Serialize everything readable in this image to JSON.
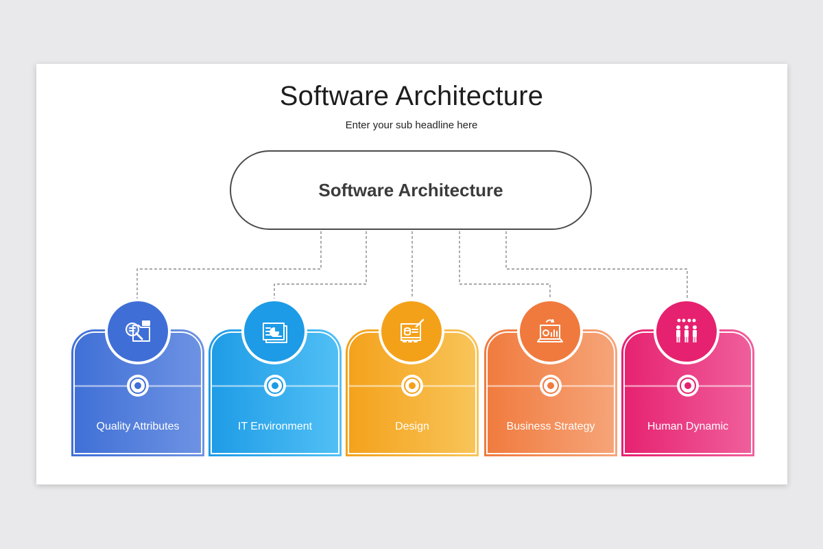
{
  "slide": {
    "title": "Software Architecture",
    "subtitle": "Enter your sub headline here"
  },
  "root": {
    "label": "Software Architecture"
  },
  "items": [
    {
      "label": "Quality Attributes",
      "icon": "search-folder-icon",
      "color": "#3f6fd6",
      "color_light": "#6e93e3"
    },
    {
      "label": "IT Environment",
      "icon": "presentation-chart-icon",
      "color": "#1d9be6",
      "color_light": "#52c0f5"
    },
    {
      "label": "Design",
      "icon": "design-tablet-icon",
      "color": "#f4a11a",
      "color_light": "#f8c55a"
    },
    {
      "label": "Business Strategy",
      "icon": "laptop-strategy-icon",
      "color": "#f07a3d",
      "color_light": "#f6a57a"
    },
    {
      "label": "Human Dynamic",
      "icon": "team-people-icon",
      "color": "#e6216f",
      "color_light": "#f0609d"
    }
  ]
}
